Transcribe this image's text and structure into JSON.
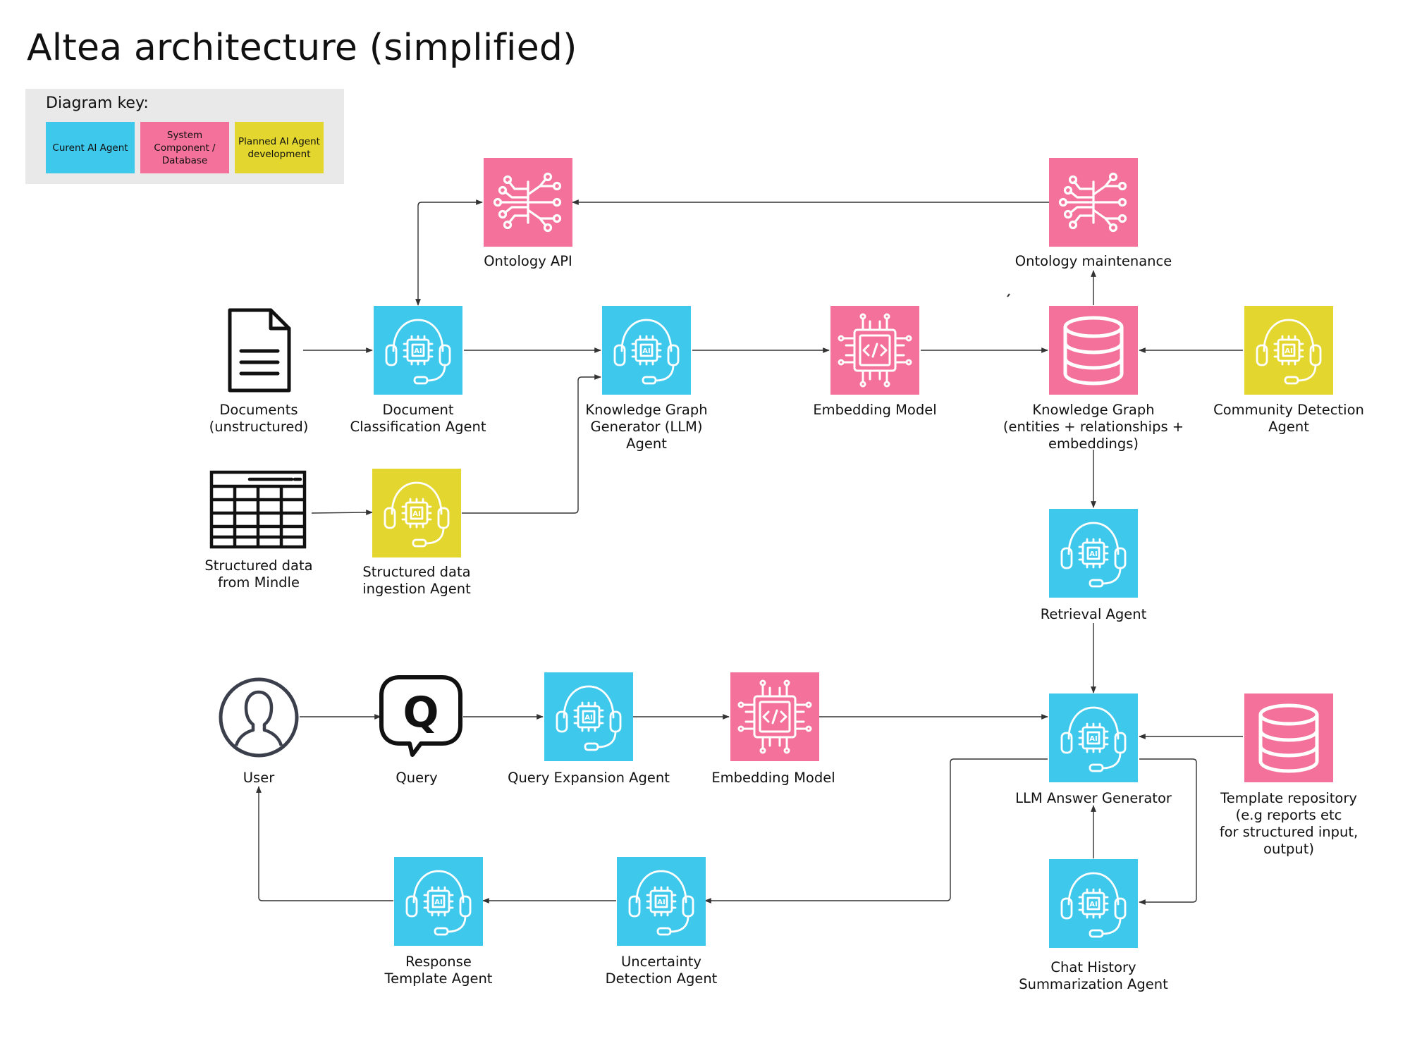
{
  "title": "Altea architecture (simplified)",
  "colors": {
    "current_agent": "#3ec8ec",
    "system_component": "#f4719b",
    "planned_agent": "#e3d62e",
    "key_background": "#e9e9e9",
    "line": "#333333"
  },
  "key": {
    "title": "Diagram key:",
    "items": [
      {
        "label": "Curent AI Agent",
        "color": "#3ec8ec"
      },
      {
        "label": "System\nComponent /\nDatabase",
        "color": "#f4719b"
      },
      {
        "label": "Planned AI Agent\ndevelopment",
        "color": "#e3d62e"
      }
    ]
  },
  "nodes": {
    "ontology_api": {
      "label": "Ontology API",
      "icon": "tree-icon"
    },
    "ontology_maintenance": {
      "label": "Ontology maintenance",
      "icon": "tree-icon"
    },
    "documents": {
      "label": "Documents\n(unstructured)",
      "icon": "document-icon"
    },
    "doc_classification": {
      "label": "Document\nClassification Agent",
      "icon": "headset-ai-icon"
    },
    "kg_generator": {
      "label": "Knowledge Graph\nGenerator (LLM)\nAgent",
      "icon": "headset-ai-icon"
    },
    "embedding_model_top": {
      "label": "Embedding Model",
      "icon": "chip-code-icon"
    },
    "knowledge_graph": {
      "label": "Knowledge Graph\n(entities + relationships +\nembeddings)",
      "icon": "database-icon"
    },
    "community_detection": {
      "label": "Community Detection\nAgent",
      "icon": "headset-ai-icon"
    },
    "structured_data": {
      "label": "Structured data\nfrom Mindle",
      "icon": "table-icon"
    },
    "structured_ingestion": {
      "label": "Structured data\ningestion Agent",
      "icon": "headset-ai-icon"
    },
    "retrieval_agent": {
      "label": "Retrieval Agent",
      "icon": "headset-ai-icon"
    },
    "user": {
      "label": "User",
      "icon": "user-icon"
    },
    "query": {
      "label": "Query",
      "icon": "query-bubble-icon"
    },
    "query_expansion": {
      "label": "Query Expansion Agent",
      "icon": "headset-ai-icon"
    },
    "embedding_model_bottom": {
      "label": "Embedding Model",
      "icon": "chip-code-icon"
    },
    "llm_answer": {
      "label": "LLM Answer Generator",
      "icon": "headset-ai-icon"
    },
    "template_repo": {
      "label": "Template repository\n(e.g reports etc\nfor structured input,\noutput)",
      "icon": "database-icon"
    },
    "response_template": {
      "label": "Response\nTemplate Agent",
      "icon": "headset-ai-icon"
    },
    "uncertainty_detection": {
      "label": "Uncertainty\nDetection Agent",
      "icon": "headset-ai-icon"
    },
    "chat_history": {
      "label": "Chat History\nSummarization Agent",
      "icon": "headset-ai-icon"
    }
  }
}
